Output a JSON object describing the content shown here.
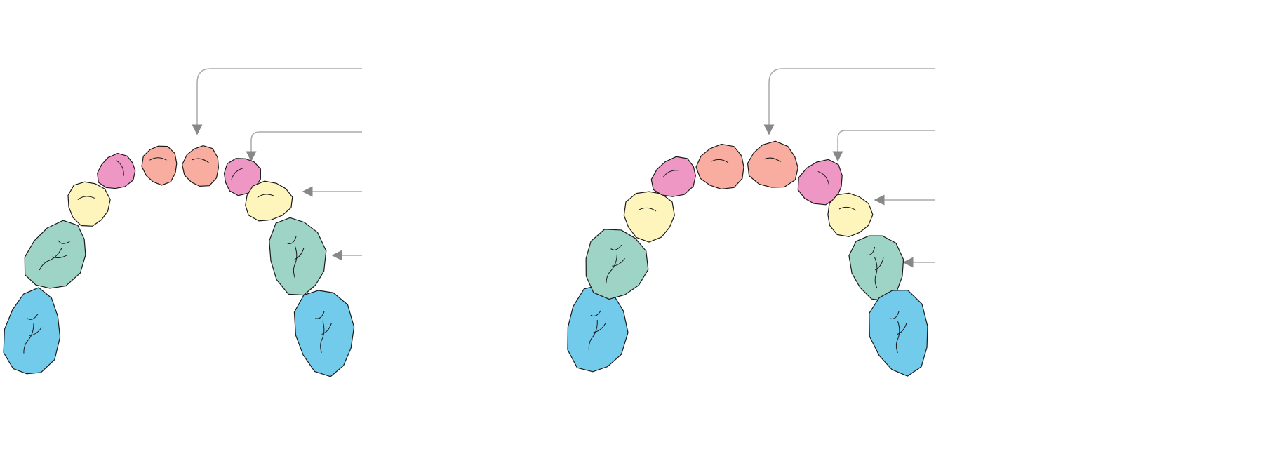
{
  "colors": {
    "incisor_central": "#f8ada0",
    "incisor_lateral": "#ee97c4",
    "canine": "#fef5bd",
    "molar_first": "#9ed4c6",
    "molar_second": "#72cbeb",
    "outline": "#1a1a1a",
    "leader_line": "#aaaaaa",
    "arrowhead": "#888888"
  },
  "arches": [
    {
      "name": "left-arch",
      "teeth": [
        "molar_second",
        "molar_first",
        "canine",
        "incisor_lateral",
        "incisor_central",
        "incisor_central",
        "incisor_lateral",
        "canine",
        "molar_first",
        "molar_second"
      ]
    },
    {
      "name": "right-arch",
      "teeth": [
        "molar_second",
        "molar_first",
        "canine",
        "incisor_lateral",
        "incisor_central",
        "incisor_central",
        "incisor_lateral",
        "canine",
        "molar_first",
        "molar_second"
      ]
    }
  ]
}
